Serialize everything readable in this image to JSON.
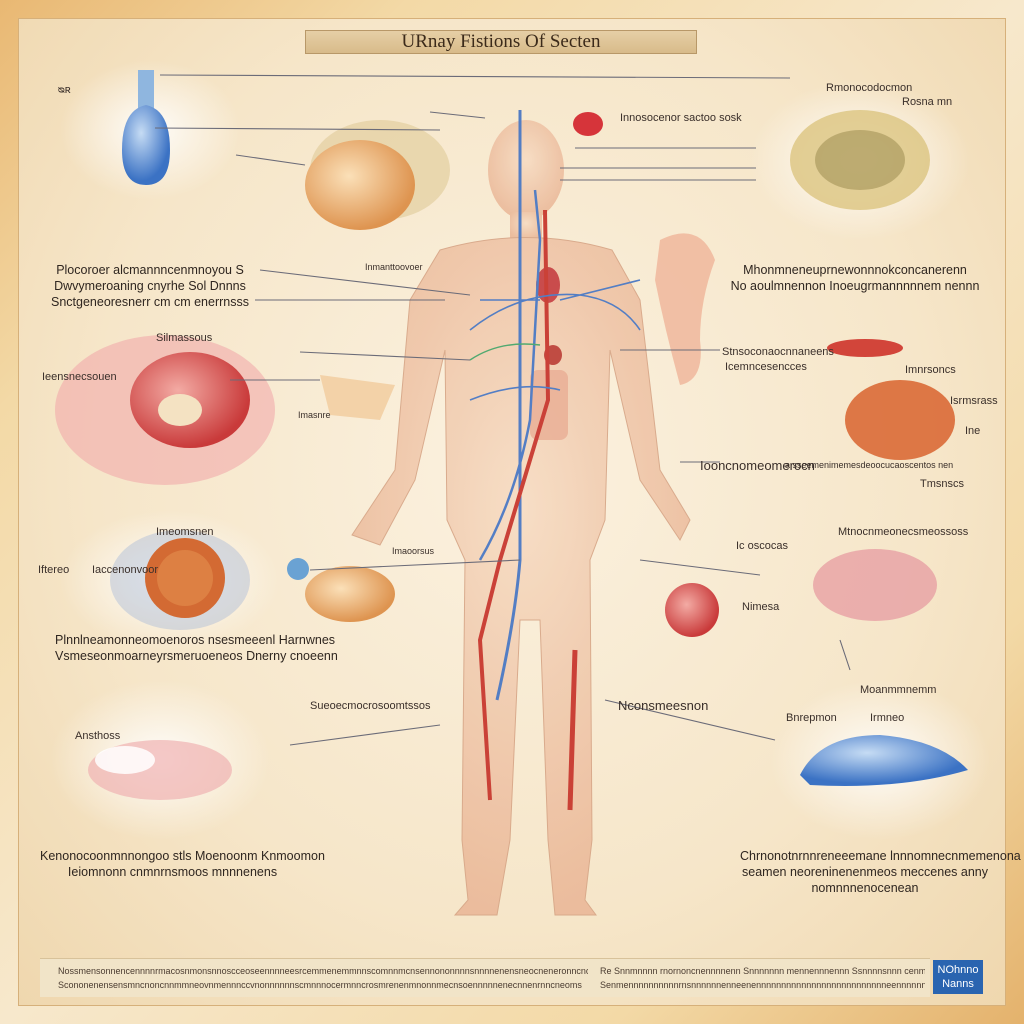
{
  "title": "URnay Fistions  Of Secten",
  "labels": {
    "top_left": "ᴓʀ",
    "top_mid": "Innosocenor sactoo sosk",
    "top_right_a": "Rmonocodocmon",
    "top_right_b": "Rosna mn",
    "mid_left_small": "Imaoorsus",
    "mid_center": "Inmanttoovoer",
    "left_cluster_a": "Silmassous",
    "left_cluster_b": "Ieensnecsouen",
    "left_cluster_c": "Imasnre",
    "right_mid_a": "Stnsoconaocnnaneens",
    "right_mid_b": "Icemncesencces",
    "right_mid_c": "Imnrsoncs",
    "right_mid_d": "Isrmsrass",
    "right_mid_e": "Tmsnscs",
    "right_mid_f": "Ine",
    "center_right": "Iooncnomeomerocn",
    "center_right_b": "a sseemenimemesdeoocucaoscentos nen",
    "left_lower_a": "Imeomsnen",
    "left_lower_b": "Iftereo",
    "left_lower_c": "Iaccenonvoor",
    "center_lower": "Ic oscocas",
    "right_lower_a": "Mtnocnmeonecsmeossoss",
    "right_lower_b": "Nimesa",
    "bottom_center": "Sueoecmocrosoomtssos",
    "bottom_right_label": "Nconsmeesnon",
    "bottom_right_small": "Bnrepmon",
    "bottom_right_small_b": "Irmneo",
    "bottom_left_small": "Ansthoss",
    "apex_right": "Moanmmnemm"
  },
  "blocks": {
    "left_1": [
      "Plocoroer alcmannncenmnoyou S",
      "Dwvymeroaning cnyrhe Sol Dnnns",
      "Snctgeneoresnerr cm   cm enerrnsss"
    ],
    "right_1": [
      "Mhonmneneuprnewonnnokconcanerenn",
      "No aoulmnennon Inoeugrmannnnnem nennn"
    ],
    "left_2": [
      "Plnnlneamonneomoenoros nsesmeeenl Harnwnes",
      "Vsmeseonmoarneyrsmeruoeneos Dnerny cnoeenn"
    ],
    "left_3": [
      "Kenonocoonmnnongoo stls Moenoonm Knmoomon",
      "Ieiomnonn cnmnrnsmoos mnnnenens"
    ],
    "right_2": [
      "Chrnonotnrnnreneeemane lnnnomnecnmemenona",
      "seamen neoreninenenmeos meccenes anny",
      "nomnnnenocenean"
    ]
  },
  "footer": {
    "line_a": "Nossmensonnencennnnrmacosnmonsnnoscceoseennnneesrcemmenemmnnscomnnmcnsennononnnnsnnnnenensneocneneronncncennnsomms",
    "line_b": "Scononenensensmncnoncnnmmneovnmennnccvnonnnnnnscmnnnocermnncrosmrenenmnonnmecnsoennnnnenecnnenrnncneoms",
    "line_c": "Re Snnmnnnn rnornoncnennnnenn Snnnnnnn mennennnennn Ssnnnnsnnn cenmnnnn nnnennnnn snnnnnenn mennannnnnnnaa",
    "line_d": "Senmennnnnnnnnnrnsnnnnnnenneenennnnnnnnnnnnnnnnnnnnnnnnnneennnnnnnnnnnnnennnnnnnnnnnnnn ETPO",
    "logo_a": "NOhnno",
    "logo_b": "Nanns"
  },
  "colors": {
    "skin": "#f1c9a6",
    "artery": "#c42a22",
    "vein": "#3d6fc2",
    "organ_red": "#d6343a",
    "organ_blue": "#6a9ad6",
    "organ_orange": "#e9a25c"
  }
}
